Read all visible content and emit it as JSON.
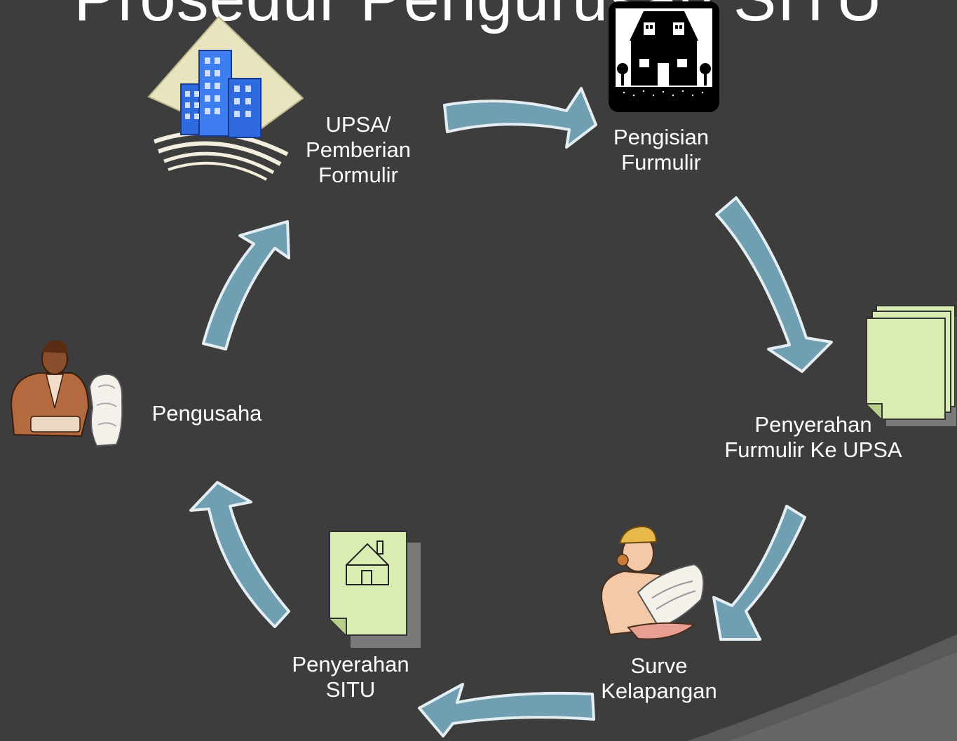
{
  "slide": {
    "title": "Prosedur Pengurusan SITU"
  },
  "steps": [
    {
      "lines": [
        "UPSA/",
        "Pemberian",
        "Formulir"
      ]
    },
    {
      "lines": [
        "Pengisian",
        "Furmulir"
      ]
    },
    {
      "lines": [
        "Penyerahan",
        "Furmulir Ke UPSA"
      ]
    },
    {
      "lines": [
        "Surve",
        "Kelapangan"
      ]
    },
    {
      "lines": [
        "Penyerahan",
        "SITU"
      ]
    },
    {
      "lines": [
        "Pengusaha"
      ]
    }
  ],
  "icons": {
    "step1": "office-buildings-icon",
    "step2": "house-icon",
    "step3": "document-stack-icon",
    "step4": "surveyor-with-blueprint-icon",
    "step5": "house-document-icon",
    "step6": "businessman-icon"
  },
  "colors": {
    "background": "#3d3d3d",
    "arrow": "#6f9fb0",
    "arrow_outline": "#e4eef2",
    "text": "#ffffff",
    "document": "#d9ecb1"
  }
}
